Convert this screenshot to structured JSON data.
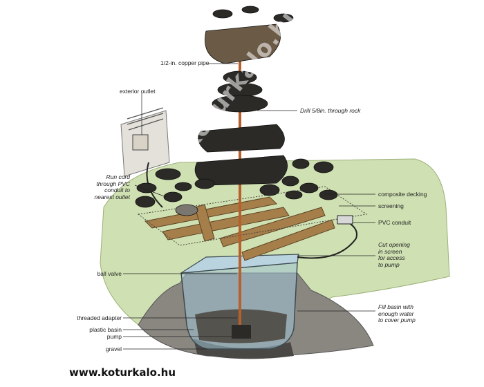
{
  "labels": {
    "copper_pipe": "1/2-in. copper pipe",
    "drill": "Drill 5/8in. through rock",
    "exterior_outlet": "exterior outlet",
    "run_cord": [
      "Run cord",
      "through PVC",
      "conduit to",
      "nearest outlet"
    ],
    "composite_decking": "composite decking",
    "screening": "screening",
    "pvc_conduit": "PVC conduit",
    "cut_opening": [
      "Cut opening",
      "in screen",
      "for access",
      "to pump"
    ],
    "ball_valve": "ball valve",
    "threaded_adapter": "threaded adapter",
    "plastic_basin": "plastic basin",
    "pump": "pump",
    "gravel": "gravel",
    "fill_basin": [
      "Fill basin with",
      "enough water",
      "to cover pump"
    ]
  },
  "watermark": "koturkalo.hu",
  "website": "www.koturkalo.hu",
  "colors": {
    "grass": "#cfe0b2",
    "rock": "#2b2a27",
    "pipe": "#b8602c",
    "wood": "#a57e4a",
    "water": "#9fc3d6"
  }
}
